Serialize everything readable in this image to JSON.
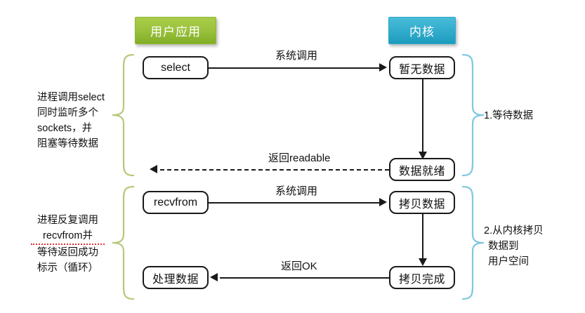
{
  "diagram": {
    "title": "select IO multiplexing flow",
    "colors": {
      "user_pill_bg": "#9cc33e",
      "kernel_pill_bg": "#35aece",
      "left_brace": "#b5c97a",
      "right_brace": "#7ec8e0",
      "line": "#1a1a1a"
    },
    "headers": {
      "user": "用户应用",
      "kernel": "内核"
    },
    "nodes": {
      "select": "select",
      "no_data": "暂无数据",
      "data_ready": "数据就绪",
      "recvfrom": "recvfrom",
      "copy_data": "拷贝数据",
      "copy_done": "拷贝完成",
      "process_data": "处理数据"
    },
    "edges": {
      "syscall_1": "系统调用",
      "return_readable": "返回readable",
      "syscall_2": "系统调用",
      "return_ok": "返回OK"
    },
    "left_annotations": [
      {
        "id": "phase-1-note",
        "lines": [
          "进程调用select",
          "同时监听多个",
          "sockets，并",
          "阻塞等待数据"
        ]
      },
      {
        "id": "phase-2-note",
        "lines": [
          "进程反复调用",
          "recvfrom并",
          "等待返回成功",
          "标示（循环）"
        ],
        "misspelled_line_index": 1,
        "misspelled_text": "recvfrom"
      }
    ],
    "right_annotations": [
      {
        "id": "step-1-note",
        "lines": [
          "1.等待数据"
        ]
      },
      {
        "id": "step-2-note",
        "lines": [
          "2.从内核拷贝",
          "数据到",
          "用户空间"
        ]
      }
    ]
  }
}
